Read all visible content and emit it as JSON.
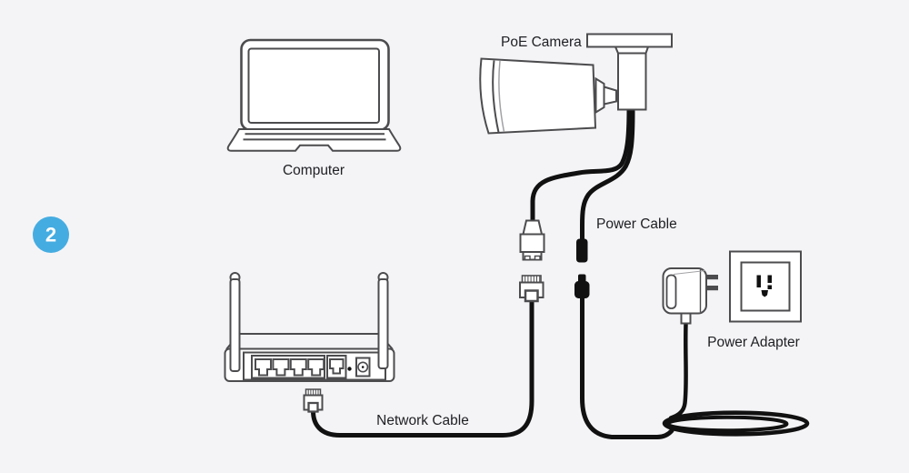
{
  "diagram": {
    "title_context": "PoE camera connection diagram, step 2",
    "step_badge": {
      "number": "2",
      "color": "#45ace1",
      "text_color": "#ffffff"
    },
    "labels": {
      "computer": "Computer",
      "poe_camera": "PoE Camera",
      "power_cable": "Power Cable",
      "power_adapter": "Power Adapter",
      "network_cable": "Network Cable"
    },
    "icons": {
      "laptop": "laptop-icon",
      "camera": "poe-camera-icon",
      "router": "router-icon",
      "rj45_coupler": "rj45-coupler-icon",
      "rj45_plug_network": "rj45-plug-icon",
      "rj45_plug_router": "rj45-plug-icon",
      "dc_jack": "dc-jack-icon",
      "dc_plug": "dc-plug-icon",
      "power_adapter": "power-adapter-icon",
      "wall_outlet": "wall-outlet-icon",
      "cable_coil": "cable-coil-icon"
    },
    "colors": {
      "background": "#f4f4f7",
      "device_outline": "#4c4c4f",
      "cable": "#111111",
      "text": "#202124",
      "badge": "#45ace1"
    }
  }
}
